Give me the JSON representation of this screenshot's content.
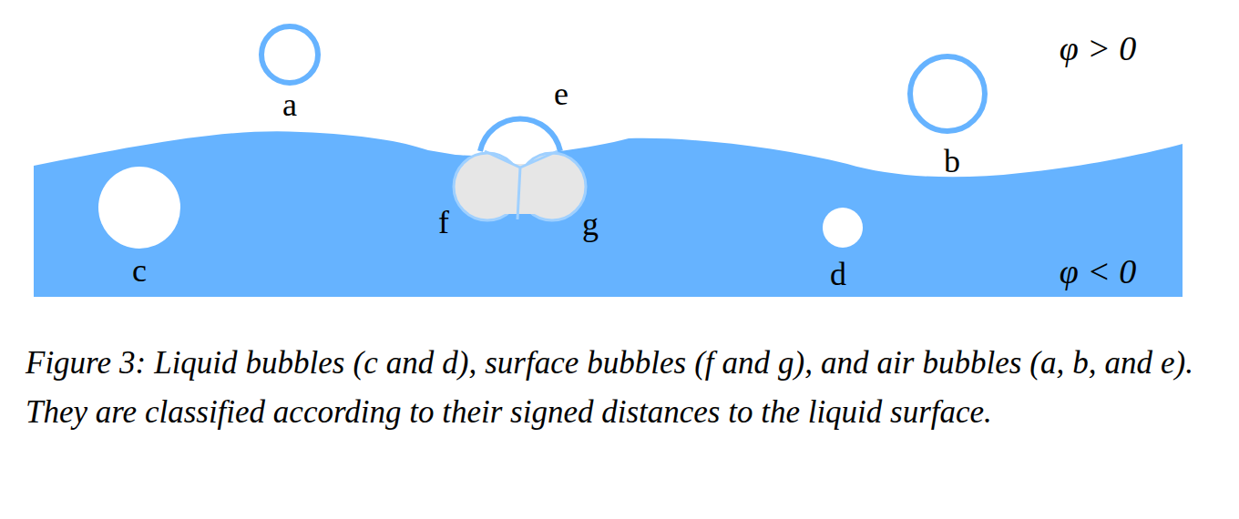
{
  "diagram": {
    "caption": "Figure 3: Liquid bubbles (c and d), surface bubbles (f and g), and air bubbles (a, b, and e). They are classified according to their signed distances to the liquid surface.",
    "labels": [
      "a",
      "e",
      "φ > 0",
      "b",
      "f",
      "g",
      "c",
      "d",
      "φ < 0"
    ]
  }
}
